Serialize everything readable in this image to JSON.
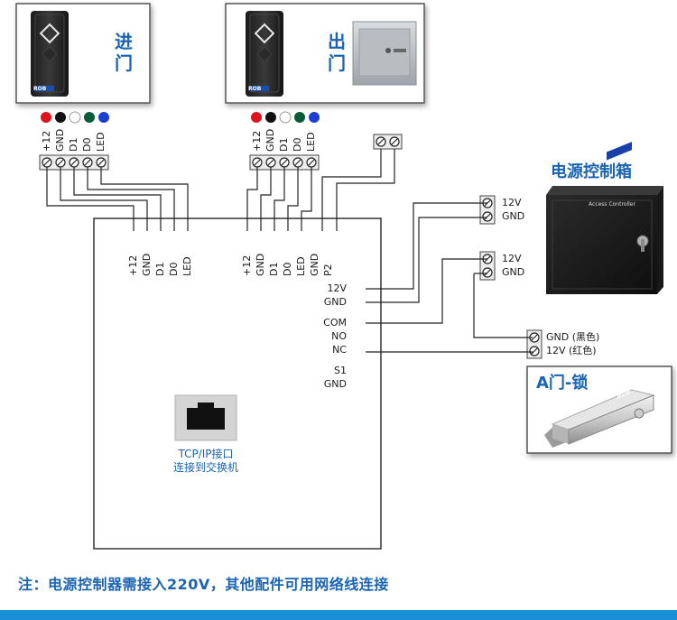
{
  "readers": {
    "entry": {
      "label_line1": "进",
      "label_line2": "门"
    },
    "exit": {
      "label_line1": "出",
      "label_line2": "门"
    }
  },
  "reader_brand": "ROB",
  "reader_pins": [
    "+12",
    "GND",
    "D1",
    "D0",
    "LED"
  ],
  "wire_colors": [
    "#e0141e",
    "#111111",
    "#ffffff",
    "#0b5a3a",
    "#1a3fd8"
  ],
  "controller": {
    "pins_left": [
      "+12",
      "GND",
      "D1",
      "D0",
      "LED"
    ],
    "pins_mid": [
      "+12",
      "GND",
      "D1",
      "D0",
      "LED",
      "GND",
      "P2"
    ],
    "right_group1": [
      "12V",
      "GND"
    ],
    "right_group2": [
      "COM",
      "NO",
      "NC"
    ],
    "right_group3": [
      "S1",
      "GND"
    ],
    "tcp_line1": "TCP/IP接口",
    "tcp_line2": "连接到交换机"
  },
  "power_box": {
    "title": "电源控制箱",
    "panel_text": "Access Controller",
    "out1": [
      "12V",
      "GND"
    ],
    "out2": [
      "12V",
      "GND"
    ]
  },
  "lock": {
    "title": "A门-锁",
    "gnd_label": "GND (黑色)",
    "v12_label": "12V (红色)",
    "brand": "ROB"
  },
  "note": "注：电源控制器需接入220V，其他配件可用网络线连接",
  "colors": {
    "accent": "#1a64b4",
    "footer": "#1a8fd8"
  }
}
